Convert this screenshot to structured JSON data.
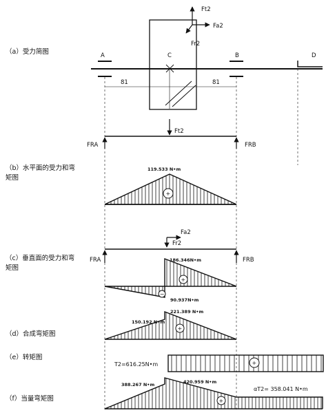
{
  "captions": {
    "a": "（a）受力简图",
    "b_line1": "（b）水平面的受力和弯",
    "b_line2": "矩图",
    "c_line1": "（c）垂直面的受力和弯",
    "c_line2": "矩图",
    "d": "（d）合成弯矩图",
    "e": "（e）转矩图",
    "f": "（f）当量弯矩图"
  },
  "points": {
    "A": "A",
    "B": "B",
    "C": "C",
    "D": "D"
  },
  "forces_a": {
    "ft2": "Ft2",
    "fa2": "Fa2",
    "fr2": "Fr2"
  },
  "dims": {
    "left": "81",
    "right": "81"
  },
  "b": {
    "force": "Ft2",
    "fra": "FRA",
    "frb": "FRB",
    "moment": "119.533 N•m"
  },
  "c": {
    "fa2": "Fa2",
    "fr2": "Fr2",
    "fra": "FRA",
    "frb": "FRB",
    "moment_top": "186.346N•m",
    "moment_bottom": "90.937N•m"
  },
  "d": {
    "moment_left": "150.192 N•m",
    "moment_right": "221.389 N•m"
  },
  "e": {
    "torque": "T2=616.25N•m"
  },
  "f": {
    "moment_left": "388.267 N•m",
    "moment_right": "420.959 N•m",
    "equiv": "αT2= 358.041 N•m"
  },
  "signs": {
    "plus": "+",
    "minus": "−"
  }
}
